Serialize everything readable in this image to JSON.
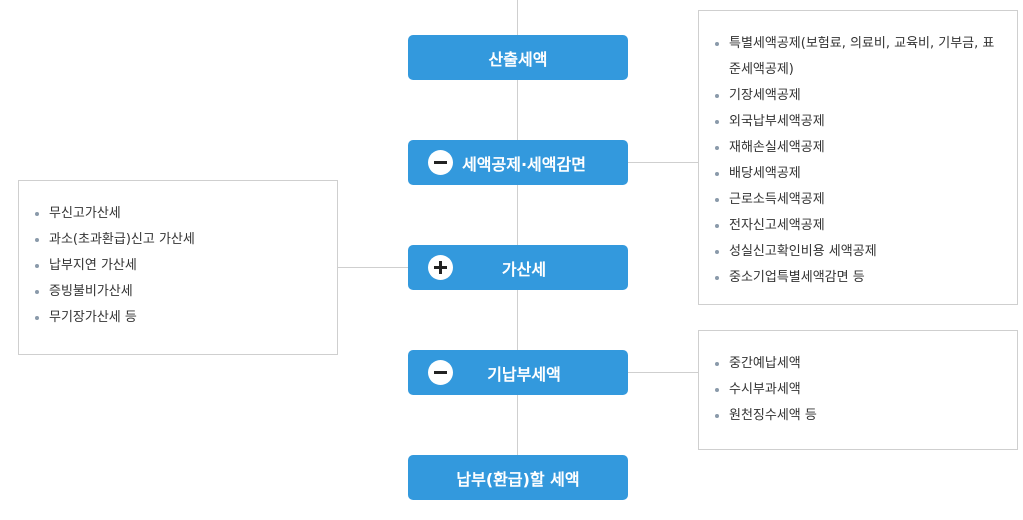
{
  "flow": {
    "step1": "산출세액",
    "step2": "세액공제·세액감면",
    "step3": "가산세",
    "step4": "기납부세액",
    "step5": "납부(환급)할 세액",
    "step2_sign": "minus-icon",
    "step3_sign": "plus-icon",
    "step4_sign": "minus-icon"
  },
  "credits_box": {
    "items": [
      "특별세액공제(보험료, 의료비, 교육비, 기부금, 표준세액공제)",
      "기장세액공제",
      "외국납부세액공제",
      "재해손실세액공제",
      "배당세액공제",
      "근로소득세액공제",
      "전자신고세액공제",
      "성실신고확인비용 세액공제",
      "중소기업특별세액감면 등"
    ]
  },
  "penalty_box": {
    "items": [
      "무신고가산세",
      "과소(초과환급)신고 가산세",
      "납부지연 가산세",
      "증빙불비가산세",
      "무기장가산세 등"
    ]
  },
  "prepaid_box": {
    "items": [
      "중간예납세액",
      "수시부과세액",
      "원천징수세액 등"
    ]
  },
  "colors": {
    "step_bg": "#3399dd",
    "line": "#cfcfcf",
    "bullet": "#8a9aaa"
  }
}
